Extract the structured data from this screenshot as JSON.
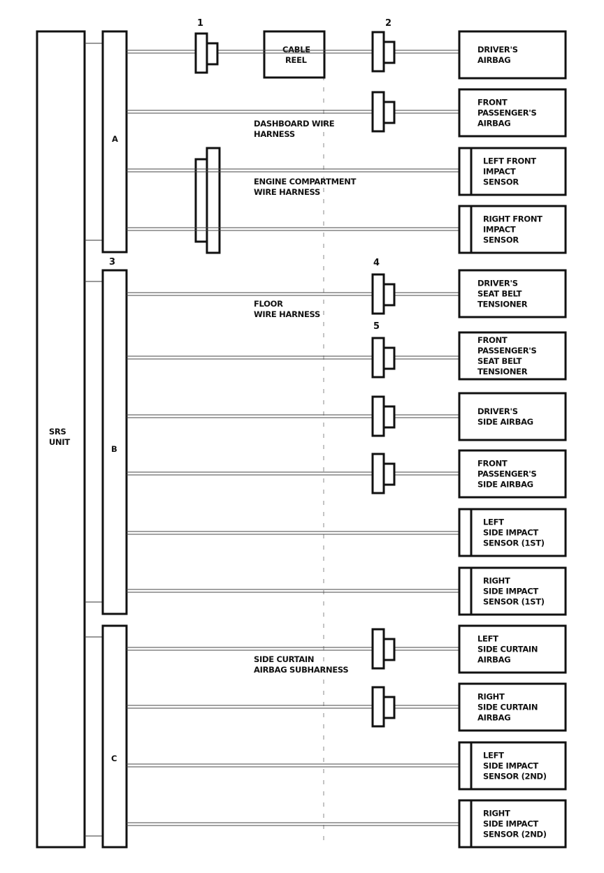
{
  "srs_unit": {
    "line1": "SRS",
    "line2": "UNIT"
  },
  "connectors": {
    "a": "A",
    "b": "B",
    "c": "C"
  },
  "callouts": {
    "c1": "1",
    "c2": "2",
    "c3": "3",
    "c4": "4",
    "c5": "5"
  },
  "cable_reel": {
    "line1": "CABLE",
    "line2": "REEL"
  },
  "harness_labels": {
    "dashboard": [
      "DASHBOARD WIRE",
      "HARNESS"
    ],
    "engine": [
      "ENGINE COMPARTMENT",
      "WIRE HARNESS"
    ],
    "floor": [
      "FLOOR",
      "WIRE HARNESS"
    ],
    "side_curtain": [
      "SIDE CURTAIN",
      "AIRBAG SUBHARNESS"
    ]
  },
  "components": [
    {
      "lines": [
        "DRIVER'S",
        "AIRBAG"
      ],
      "sensor": false
    },
    {
      "lines": [
        "FRONT",
        "PASSENGER'S",
        "AIRBAG"
      ],
      "sensor": false
    },
    {
      "lines": [
        "LEFT FRONT",
        "IMPACT",
        "SENSOR"
      ],
      "sensor": true
    },
    {
      "lines": [
        "RIGHT FRONT",
        "IMPACT",
        "SENSOR"
      ],
      "sensor": true
    },
    {
      "lines": [
        "DRIVER'S",
        "SEAT BELT",
        "TENSIONER"
      ],
      "sensor": false
    },
    {
      "lines": [
        "FRONT",
        "PASSENGER'S",
        "SEAT BELT",
        "TENSIONER"
      ],
      "sensor": false
    },
    {
      "lines": [
        "DRIVER'S",
        "SIDE AIRBAG"
      ],
      "sensor": false
    },
    {
      "lines": [
        "FRONT",
        "PASSENGER'S",
        "SIDE AIRBAG"
      ],
      "sensor": false
    },
    {
      "lines": [
        "LEFT",
        "SIDE IMPACT",
        "SENSOR (1ST)"
      ],
      "sensor": true
    },
    {
      "lines": [
        "RIGHT",
        "SIDE IMPACT",
        "SENSOR (1ST)"
      ],
      "sensor": true
    },
    {
      "lines": [
        "LEFT",
        "SIDE CURTAIN",
        "AIRBAG"
      ],
      "sensor": false
    },
    {
      "lines": [
        "RIGHT",
        "SIDE CURTAIN",
        "AIRBAG"
      ],
      "sensor": false
    },
    {
      "lines": [
        "LEFT",
        "SIDE IMPACT",
        "SENSOR (2ND)"
      ],
      "sensor": true
    },
    {
      "lines": [
        "RIGHT",
        "SIDE IMPACT",
        "SENSOR (2ND)"
      ],
      "sensor": true
    }
  ]
}
